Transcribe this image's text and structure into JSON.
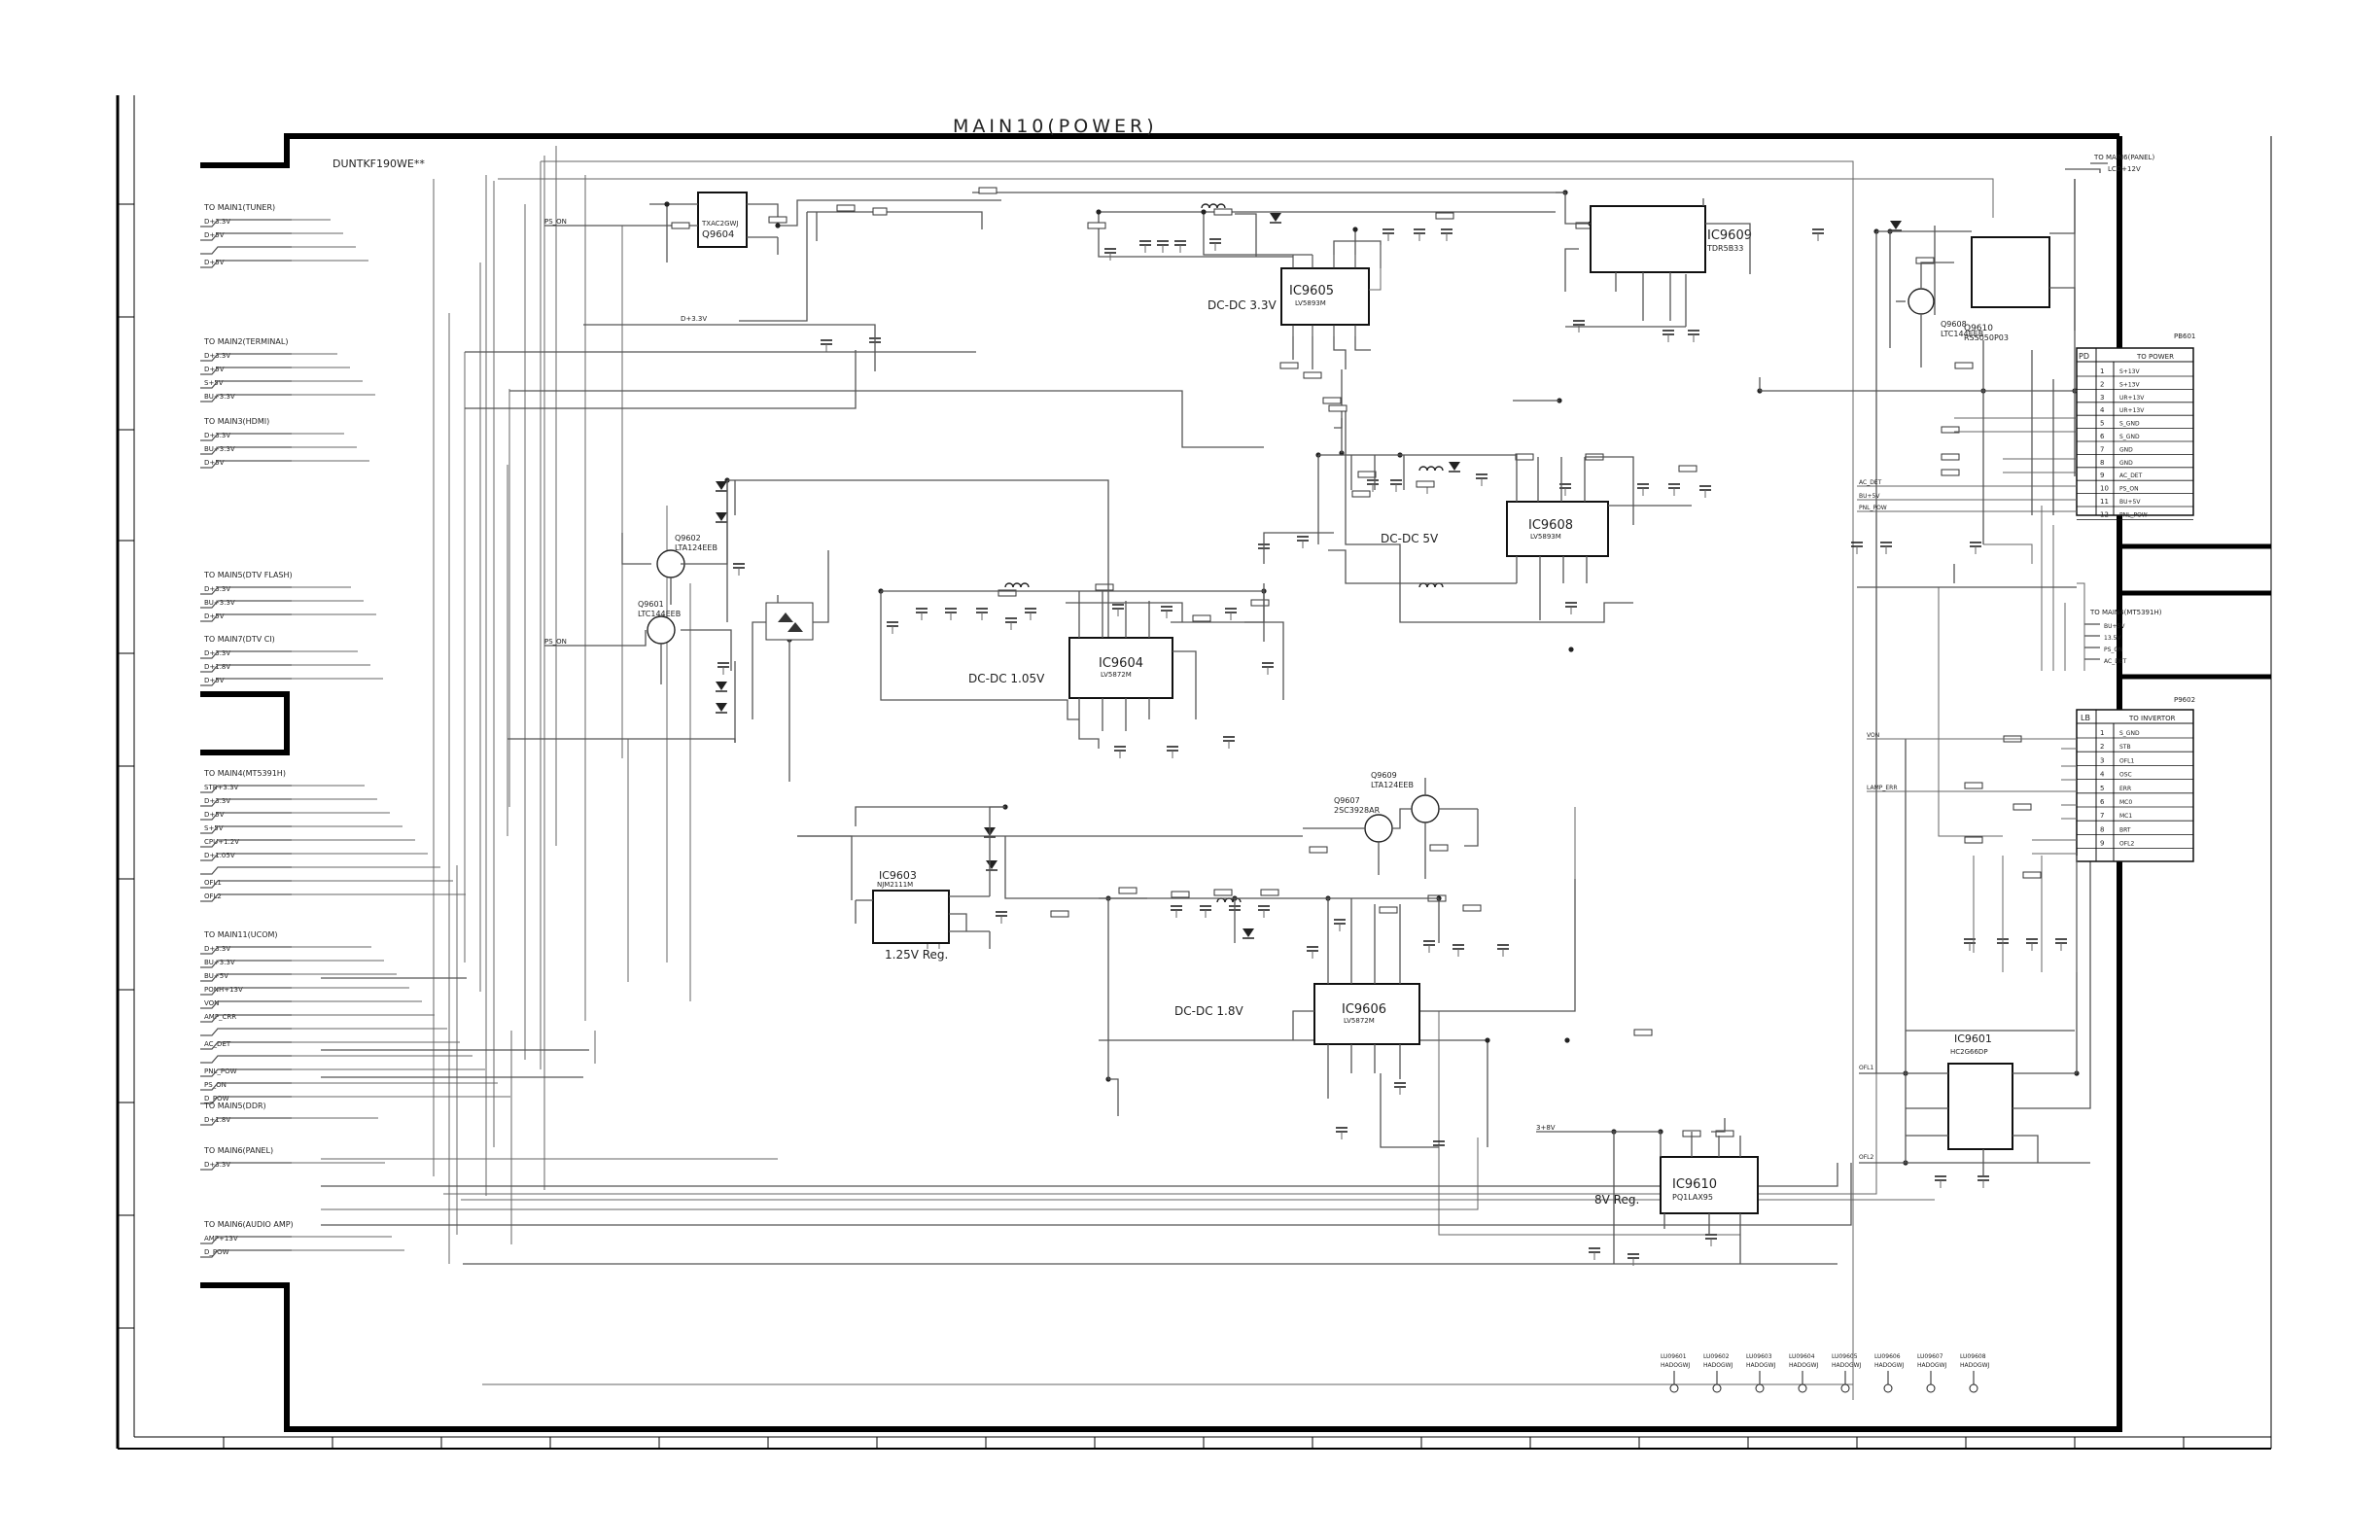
{
  "sheet": {
    "title": "MAIN10(POWER)",
    "model": "DUNTKF190WE**"
  },
  "ics": [
    {
      "ref": "Q9604",
      "part": "TXAC2GWJ"
    },
    {
      "ref": "IC9605",
      "part": "LV5893M",
      "label": "DC-DC 3.3V"
    },
    {
      "ref": "IC9609",
      "part": "TDR5B33"
    },
    {
      "ref": "Q9610",
      "part": "RSS050P03"
    },
    {
      "ref": "Q9608",
      "part": "LTC144EEB"
    },
    {
      "ref": "IC9608",
      "part": "LV5893M",
      "label": "DC-DC 5V"
    },
    {
      "ref": "Q9602",
      "part": "LTA124EEB"
    },
    {
      "ref": "Q9601",
      "part": "LTC144EEB"
    },
    {
      "ref": "IC9604",
      "part": "LV5872M",
      "label": "DC-DC 1.05V"
    },
    {
      "ref": "IC9603",
      "part": "NJM2111M",
      "label": "1.25V Reg."
    },
    {
      "ref": "Q9609",
      "part": "LTA124EEB"
    },
    {
      "ref": "Q9607",
      "part": "2SC3928AR"
    },
    {
      "ref": "IC9606",
      "part": "LV5872M",
      "label": "DC-DC 1.8V"
    },
    {
      "ref": "IC9610",
      "part": "PQ1LAX95",
      "label": "8V Reg."
    },
    {
      "ref": "IC9601",
      "part": "HC2G66DP"
    }
  ],
  "left_groups": [
    {
      "title": "TO MAIN1(TUNER)",
      "signals": [
        "D+3.3V",
        "D+5V",
        "",
        "D+5V"
      ]
    },
    {
      "title": "TO MAIN2(TERMINAL)",
      "signals": [
        "D+3.3V",
        "D+5V",
        "S+5V",
        "BU+3.3V"
      ]
    },
    {
      "title": "TO MAIN3(HDMI)",
      "signals": [
        "D+3.3V",
        "BU+3.3V",
        "D+5V"
      ]
    },
    {
      "title": "TO MAIN5(DTV FLASH)",
      "signals": [
        "D+3.3V",
        "BU+3.3V",
        "D+5V"
      ]
    },
    {
      "title": "TO MAIN7(DTV CI)",
      "signals": [
        "D+3.3V",
        "D+1.8V",
        "D+5V"
      ]
    },
    {
      "title": "TO MAIN4(MT5391H)",
      "signals": [
        "STB+3.3V",
        "D+3.3V",
        "D+5V",
        "S+5V",
        "CPU+1.2V",
        "D+1.05V",
        "",
        "OFL1",
        "OFL2"
      ]
    },
    {
      "title": "TO MAIN11(UCOM)",
      "signals": [
        "D+3.3V",
        "BU+3.3V",
        "BU+5V",
        "PONH+13V",
        "VON",
        "AMP_CRR",
        "",
        "AC_DET",
        "",
        "PNL_POW",
        "PS_ON",
        "D_POW"
      ]
    },
    {
      "title": "TO MAIN5(DDR)",
      "signals": [
        "D+1.8V"
      ]
    },
    {
      "title": "TO MAIN6(PANEL)",
      "signals": [
        "D+3.3V"
      ]
    },
    {
      "title": "TO MAIN6(AUDIO AMP)",
      "signals": [
        "AMP+13V",
        "D_POW"
      ]
    }
  ],
  "connectors": {
    "power": {
      "header_left": "PD",
      "header_right": "TO POWER",
      "part_top": "PB601",
      "pins": [
        "S+13V",
        "S+13V",
        "UR+13V",
        "UR+13V",
        "S_GND",
        "S_GND",
        "GND",
        "GND",
        "AC_DET",
        "PS_ON",
        "BU+5V",
        "PNL_POW"
      ]
    },
    "inverter": {
      "header_left": "LB",
      "header_right": "TO INVERTOR",
      "part_top": "P9602",
      "pins": [
        "S_GND",
        "STB",
        "OFL1",
        "OSC",
        "ERR",
        "MC0",
        "MC1",
        "BRT",
        "OFL2"
      ]
    }
  },
  "right_labels": {
    "to_panel": "TO MAIN6(PANEL)",
    "to_panel_signal": "LCD+12V",
    "to_mt5391h": "TO MAIN4(MT5391H)",
    "mt5391h_signals": [
      "BU+5V",
      "13.5V",
      "PS_ON",
      "AC_DET"
    ],
    "vin_left": [
      "VON",
      "LAMP_ERR",
      "OFL1",
      "OFL2"
    ],
    "power_left": [
      "AC_DET",
      "BU+5V",
      "PNL_POW"
    ]
  },
  "bottom_parts": [
    "LU09601",
    "LU09602",
    "LU09603",
    "LU09604",
    "LU09605",
    "LU09606",
    "LU09607",
    "LU09608"
  ],
  "bottom_part_value": "HADOGWJ",
  "bus_label": "D+3.3V",
  "ps_on_label": "PS_ON",
  "rail_8v": "3+8V"
}
